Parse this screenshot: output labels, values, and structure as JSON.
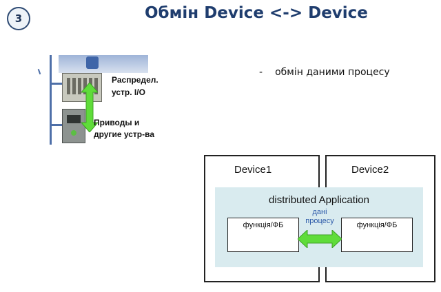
{
  "slide": {
    "number": "3",
    "title": "Обмін Device <-> Device"
  },
  "bullet": {
    "dash": "-",
    "text": "обмін даними процесу"
  },
  "illustration": {
    "label_io_line1": "Распредел.",
    "label_io_line2": "устр. I/O",
    "label_drives_line1": "Приводы и",
    "label_drives_line2": "другие устр-ва",
    "arrow_color": "#5fdc3a"
  },
  "diagram": {
    "device1": "Device1",
    "device2": "Device2",
    "application": "distributed Application",
    "fb_left": "функція/ФБ",
    "fb_right": "функція/ФБ",
    "data_label_line1": "дані",
    "data_label_line2": "процесу",
    "arrow_color": "#5fdc3a",
    "band_color": "#d9ebef"
  }
}
